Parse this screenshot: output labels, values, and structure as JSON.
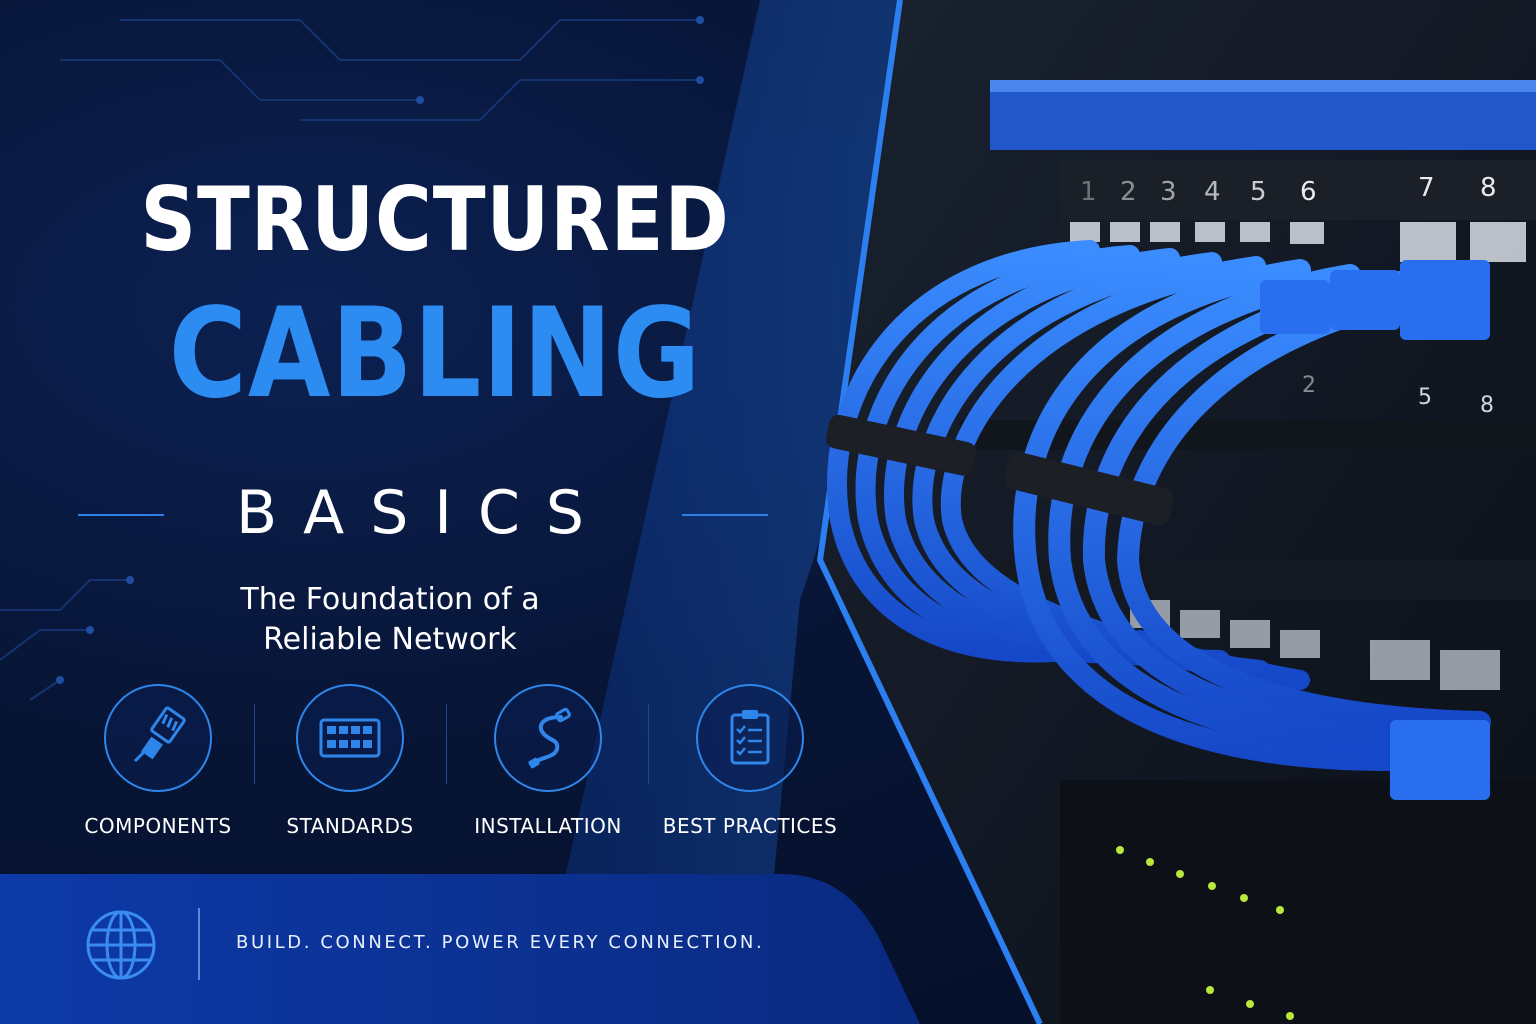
{
  "hero": {
    "title_line1": "STRUCTURED",
    "title_line2": "CABLING",
    "title_line3": "BASICS",
    "subtitle_line1": "The Foundation of a",
    "subtitle_line2": "Reliable Network"
  },
  "features": [
    {
      "label": "COMPONENTS",
      "icon": "ethernet-plug-icon"
    },
    {
      "label": "STANDARDS",
      "icon": "patch-panel-icon"
    },
    {
      "label": "INSTALLATION",
      "icon": "cable-route-icon"
    },
    {
      "label": "BEST PRACTICES",
      "icon": "checklist-clipboard-icon"
    }
  ],
  "footer": {
    "tagline": "BUILD. CONNECT. POWER EVERY CONNECTION.",
    "icon": "globe-icon"
  },
  "photo": {
    "port_numbers_top": [
      "1",
      "2",
      "3",
      "4",
      "5",
      "6",
      "7",
      "8"
    ],
    "port_numbers_lower": [
      "2",
      "5",
      "8"
    ]
  },
  "colors": {
    "accent_blue": "#2c8cf2",
    "background_navy": "#06122e",
    "cable_blue": "#1f5fe0",
    "text_white": "#ffffff"
  }
}
